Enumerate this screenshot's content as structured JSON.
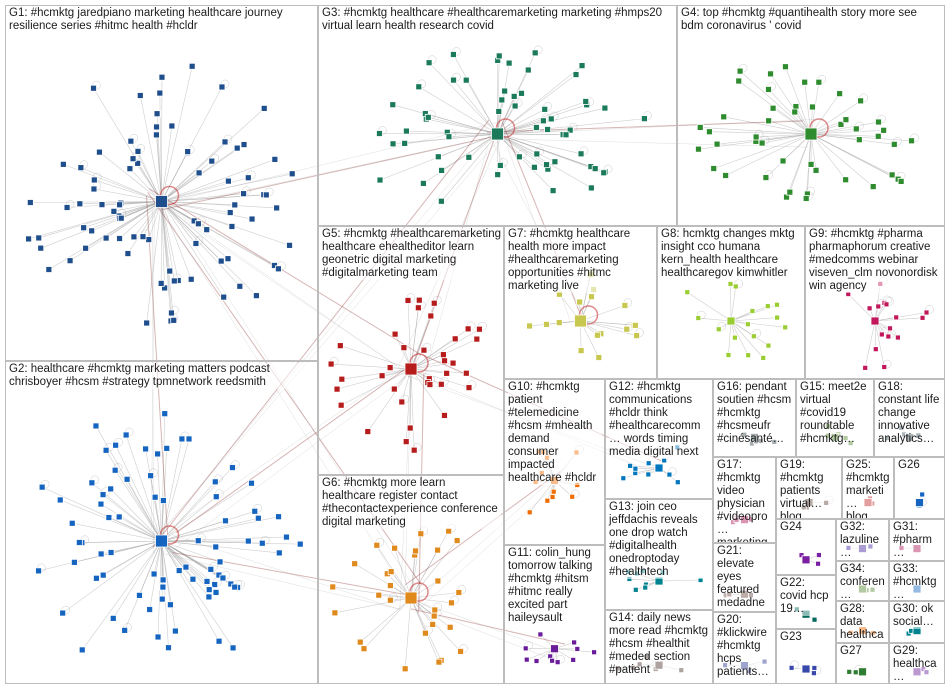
{
  "groups": [
    {
      "id": "G1",
      "label": "G1: #hcmktg jaredpiano marketing healthcare journey resilience series #hitmc health #hcldr",
      "color": "#1f4e8c"
    },
    {
      "id": "G2",
      "label": "G2: healthcare #hcmktg marketing matters podcast chrisboyer #hcsm #strategy tpmnetwork reedsmith",
      "color": "#1565c0"
    },
    {
      "id": "G3",
      "label": "G3: #hcmktg healthcare #healthcaremarketing marketing #hmps20 virtual learn health research covid",
      "color": "#1b7a5a"
    },
    {
      "id": "G4",
      "label": "G4: top #hcmktg #quantihealth story more see bdm coronavirus ' covid",
      "color": "#2e8b2e"
    },
    {
      "id": "G5",
      "label": "G5: #hcmktg #healthcaremarketing healthcare ehealtheditor learn geonetric digital marketing #digitalmarketing team",
      "color": "#b71c1c"
    },
    {
      "id": "G6",
      "label": "G6: #hcmktg more learn healthcare register contact #thecontactexperience conference digital marketing",
      "color": "#e08a1e"
    },
    {
      "id": "G7",
      "label": "G7: #hcmktg healthcare health more impact #healthcaremarketing opportunities #hitmc marketing live",
      "color": "#c8c850"
    },
    {
      "id": "G8",
      "label": "G8: hcmktg changes mktg insight cco humana kern_health healthcare healthcaregov kimwhitler",
      "color": "#9acd32"
    },
    {
      "id": "G9",
      "label": "G9: #hcmktg #pharma pharmaphorum creative #medcomms webinar viseven_clm novonordisk win agency",
      "color": "#c2185b"
    },
    {
      "id": "G10",
      "label": "G10: #hcmktg patient #telemedicine #hcsm #mhealth demand consumer impacted healthcare #hcldr",
      "color": "#ef6c00"
    },
    {
      "id": "G11",
      "label": "G11: colin_hung tomorrow talking #hcmktg #hitsm #hitmc really excited part haileysault",
      "color": "#6a1b9a"
    },
    {
      "id": "G12",
      "label": "G12: #hcmktg communications #hcldr think #healthcarecomm… words timing media digital next",
      "color": "#0277bd"
    },
    {
      "id": "G13",
      "label": "G13: join ceo jeffdachis reveals one drop watch #digitalhealth onedroptoday #healthtech",
      "color": "#00838f"
    },
    {
      "id": "G14",
      "label": "G14: daily news more read #hcmktg #hcsm #healthit #meded section #patient",
      "color": "#4e342e"
    },
    {
      "id": "G15",
      "label": "G15: meet2e virtual #covid19 roundtable #hcmktg…",
      "color": "#558b2f"
    },
    {
      "id": "G16",
      "label": "G16: pendant soutien #hcsm #hcmktg #hcsmeufr #cinésanté…",
      "color": "#37474f"
    },
    {
      "id": "G17",
      "label": "G17: #hcmktg video physician #videopro… marketing…",
      "color": "#ad1457"
    },
    {
      "id": "G18",
      "label": "G18: constant life change innovative analytics…",
      "color": "#455a64"
    },
    {
      "id": "G19",
      "label": "G19: #hcmktg patients virtual… blog…",
      "color": "#5d4037"
    },
    {
      "id": "G20",
      "label": "G20: #klickwire #hcmktg hcps patients…",
      "color": "#283593"
    },
    {
      "id": "G21",
      "label": "G21: elevate eyes featured medadne…",
      "color": "#6d4c41"
    },
    {
      "id": "G22",
      "label": "G22: covid hcp 19…",
      "color": "#00695c"
    },
    {
      "id": "G23",
      "label": "G23",
      "color": "#3949ab"
    },
    {
      "id": "G24",
      "label": "G24",
      "color": "#7b1fa2"
    },
    {
      "id": "G25",
      "label": "G25: #hcmktg marketi… blog…",
      "color": "#c62828"
    },
    {
      "id": "G26",
      "label": "G26",
      "color": "#1565c0"
    },
    {
      "id": "G27",
      "label": "G27",
      "color": "#2e7d32"
    },
    {
      "id": "G28",
      "label": "G28: data healthca…",
      "color": "#ef6c00"
    },
    {
      "id": "G29",
      "label": "G29: healthca…",
      "color": "#6a1b9a"
    },
    {
      "id": "G30",
      "label": "G30: ok social…",
      "color": "#00838f"
    },
    {
      "id": "G31",
      "label": "G31: #pharm…",
      "color": "#ad1457"
    },
    {
      "id": "G32",
      "label": "G32: lazuline…",
      "color": "#4527a0"
    },
    {
      "id": "G33",
      "label": "G33: #hcmktg…",
      "color": "#1565c0"
    },
    {
      "id": "G34",
      "label": "G34: conferen…",
      "color": "#558b2f"
    }
  ]
}
